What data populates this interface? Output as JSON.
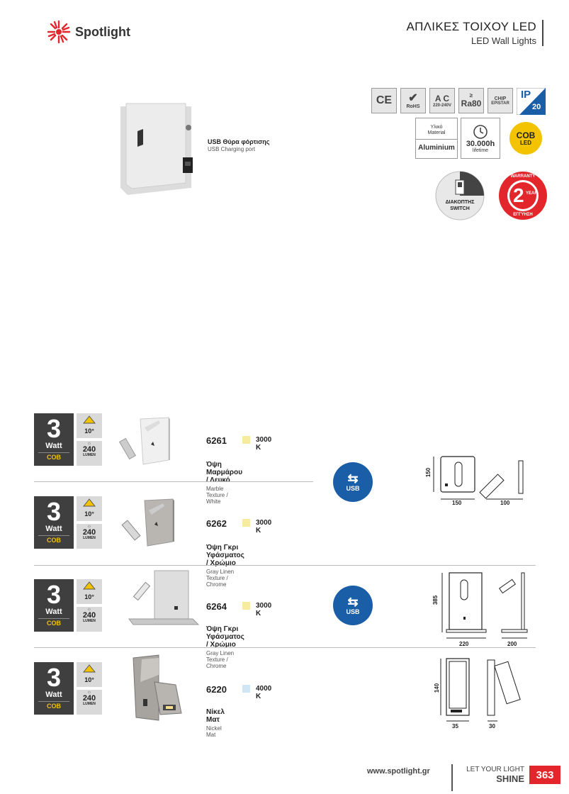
{
  "brand": {
    "name": "Spotlight",
    "color": "#e3262b"
  },
  "header": {
    "title": "ΑΠΛΙΚΕΣ ΤΟΙΧΟΥ LED",
    "subtitle": "LED Wall Lights"
  },
  "hero": {
    "caption_gr": "USB Θύρα φόρτισης",
    "caption_en": "USB Charging port"
  },
  "certs": {
    "ce": "CE",
    "rohs": "RoHS",
    "ac_top": "A C",
    "ac_bottom": "220-240V",
    "ra_sym": "≥",
    "ra": "Ra80",
    "chip_top": "CHIP",
    "chip_bottom": "EPISTAR",
    "ip_top": "IP",
    "ip_num": "20"
  },
  "specs": {
    "material_gr": "Υλικό",
    "material_en": "Material",
    "material_val": "Aluminium",
    "lifetime_val": "30.000h",
    "lifetime_label": "lifetime",
    "cob_top": "COB",
    "cob_bottom": "LED",
    "switch_gr": "ΔΙΑΚΟΠΤΗΣ",
    "switch_en": "SWITCH",
    "warranty_top": "WARRANTY",
    "warranty_num": "2",
    "warranty_unit": "YEAR",
    "warranty_bottom": "ΕΓΓΥΗΣΗ"
  },
  "products": [
    {
      "watt": "3",
      "watt_label": "Watt",
      "type": "COB",
      "angle": "10°",
      "lumen": "240",
      "lumen_label": "LUMEN",
      "code": "6261",
      "kelvin": "3000 K",
      "swatch": "#f7eb9f",
      "name": "Όψη Μαρμάρου / Λευκό",
      "desc": "Marble Texture / White"
    },
    {
      "watt": "3",
      "watt_label": "Watt",
      "type": "COB",
      "angle": "10°",
      "lumen": "240",
      "lumen_label": "LUMEN",
      "code": "6262",
      "kelvin": "3000 K",
      "swatch": "#f7eb9f",
      "name": "Όψη Γκρι Υφάσματος / Χρώμιο",
      "desc": "Gray Linen Texture / Chrome"
    },
    {
      "watt": "3",
      "watt_label": "Watt",
      "type": "COB",
      "angle": "10°",
      "lumen": "240",
      "lumen_label": "LUMEN",
      "code": "6264",
      "kelvin": "3000 K",
      "swatch": "#f7eb9f",
      "name": "Όψη Γκρι Υφάσματος / Χρώμιο",
      "desc": "Gray Linen Texture / Chrome"
    },
    {
      "watt": "3",
      "watt_label": "Watt",
      "type": "COB",
      "angle": "10°",
      "lumen": "240",
      "lumen_label": "LUMEN",
      "code": "6220",
      "kelvin": "4000 K",
      "swatch": "#cfe6f5",
      "name": "Νίκελ Ματ",
      "desc": "Nickel Mat"
    }
  ],
  "usb_label": "USB",
  "dims": {
    "d1_h": "150",
    "d1_w": "150",
    "d1_d": "100",
    "d2_h": "385",
    "d2_w": "220",
    "d2_d": "200",
    "d3_h": "140",
    "d3_w": "35",
    "d3_d": "30"
  },
  "footer": {
    "url": "www.spotlight.gr",
    "tag1": "LET YOUR LIGHT",
    "tag2": "SHINE",
    "page": "363"
  }
}
